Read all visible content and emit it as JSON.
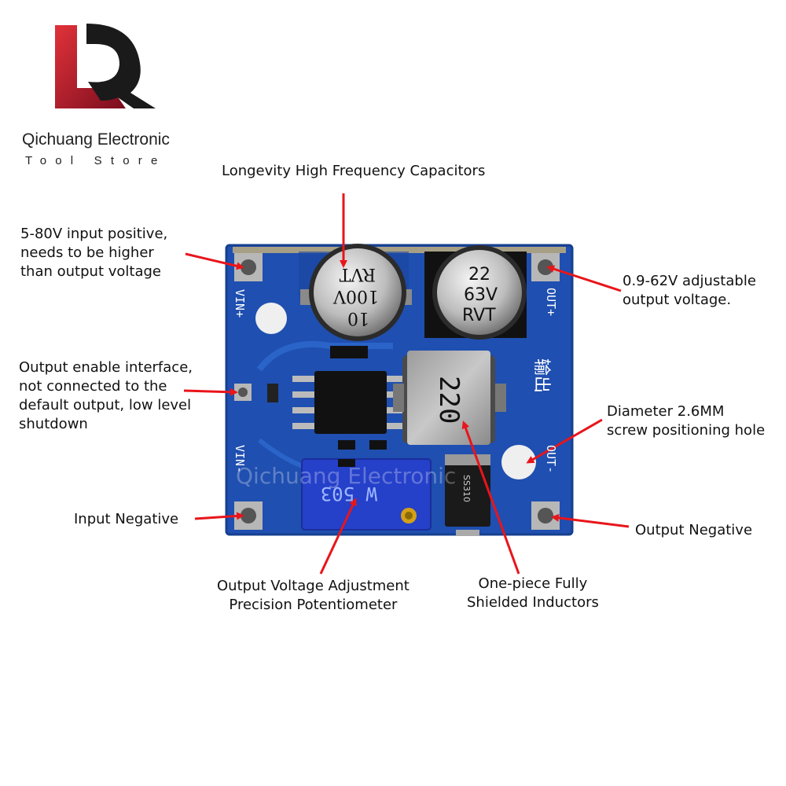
{
  "brand": {
    "name": "Qichuang Electronic",
    "subtitle": "Tool Store"
  },
  "labels": {
    "capacitors": "Longevity High Frequency Capacitors",
    "input_positive": [
      "5-80V input positive,",
      "needs to be higher",
      "than output voltage"
    ],
    "output_voltage": [
      "0.9-62V adjustable",
      "output voltage."
    ],
    "enable": [
      "Output enable interface,",
      "not connected to the",
      "default output, low level",
      "shutdown"
    ],
    "hole": [
      "Diameter 2.6MM",
      "screw positioning hole"
    ],
    "input_negative": "Input Negative",
    "output_negative": "Output Negative",
    "potentiometer": [
      "Output Voltage Adjustment",
      "Precision Potentiometer"
    ],
    "inductor": [
      "One-piece Fully",
      "Shielded Inductors"
    ]
  },
  "board": {
    "vin_plus": "VIN+",
    "vin_minus": "VIN-",
    "out_plus": "OUT+",
    "out_minus": "OUT-",
    "chinese_output": "输出",
    "cap_left": [
      "10",
      "100V",
      "RVT"
    ],
    "cap_right": [
      "22",
      "63V",
      "RVT"
    ],
    "inductor_value": "220",
    "pot_value": "W 503",
    "diode": "SS310",
    "watermark": "Qichuang Electronic"
  },
  "colors": {
    "board": "#1f4fb0",
    "arrow": "#e8151b",
    "logo_dark": "#1a1a1a",
    "logo_red": "#c2182b"
  }
}
